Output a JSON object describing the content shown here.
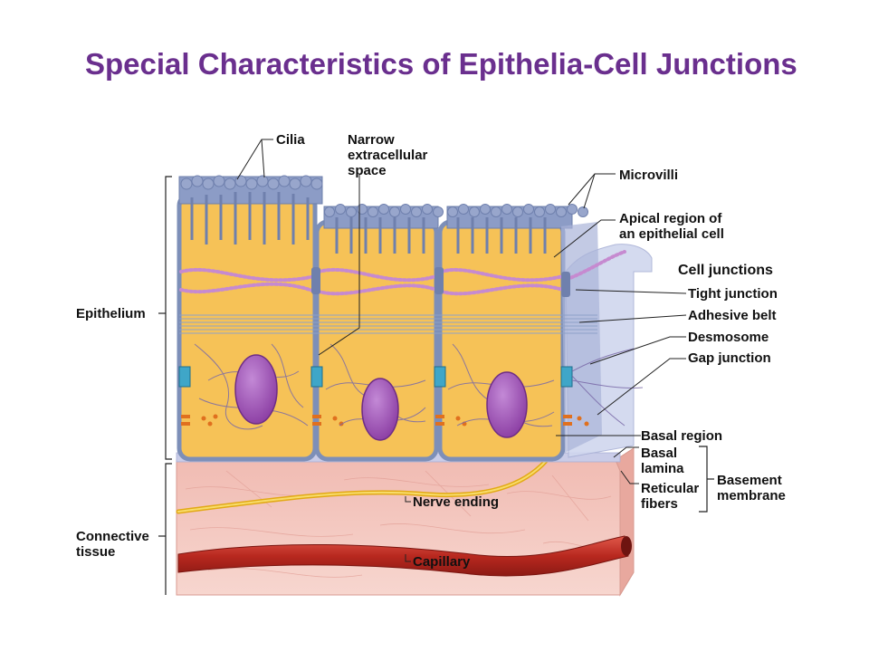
{
  "title": "Special Characteristics of Epithelia-Cell Junctions",
  "labels": {
    "cilia": "Cilia",
    "narrow_space": "Narrow\nextracellular\nspace",
    "microvilli": "Microvilli",
    "apical_region": "Apical region of\nan epithelial cell",
    "cell_junctions": "Cell junctions",
    "tight_junction": "Tight junction",
    "adhesive_belt": "Adhesive belt",
    "desmosome": "Desmosome",
    "gap_junction": "Gap junction",
    "epithelium": "Epithelium",
    "basal_region": "Basal region",
    "basal_lamina": "Basal\nlamina",
    "reticular_fibers": "Reticular\nfibers",
    "basement_membrane": "Basement\nmembrane",
    "nerve_ending": "Nerve ending",
    "connective_tissue": "Connective\ntissue",
    "capillary": "Capillary"
  },
  "colors": {
    "title": "#6a2f8e",
    "cytoplasm": "#f6c257",
    "membrane": "#7d8fb8",
    "nucleus": "#9b4fb0",
    "connective": "#f3c4bc",
    "capillary": "#c8342a",
    "nerve": "#f2c230",
    "basal_lamina": "#c9cce8"
  }
}
